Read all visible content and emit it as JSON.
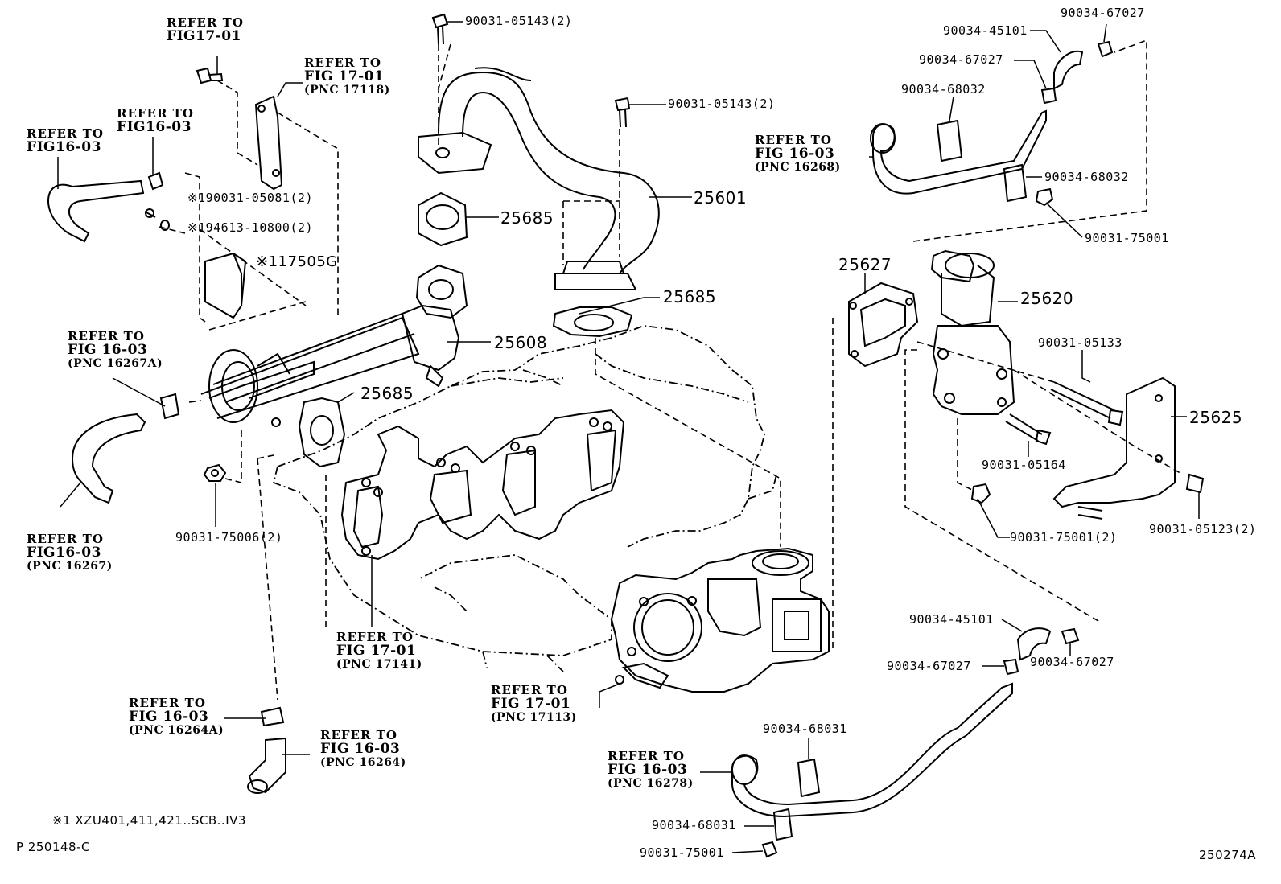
{
  "parts": {
    "p25601": "25601",
    "p25608": "25608",
    "p25685_a": "25685",
    "p25685_b": "25685",
    "p25685_c": "25685",
    "p25627": "25627",
    "p25620": "25620",
    "p25625": "25625",
    "bolt_a": "90031-05143(2)",
    "bolt_b": "90031-05143(2)",
    "bolt_c": "※190031-05081(2)",
    "washer": "※194613-10800(2)",
    "shield": "※117505G",
    "nut_a": "90031-75006(2)",
    "hose_top": "90034-45101",
    "clip_top_a": "90034-67027",
    "clip_top_b": "90034-67027",
    "clamp_top_a": "90034-68032",
    "clamp_top_b": "90034-68032",
    "nut_top": "90031-75001",
    "bolt_d": "90031-05133",
    "bolt_e": "90031-05164",
    "nut_b": "90031-75001(2)",
    "bolt_f": "90031-05123(2)",
    "hose_bot": "90034-45101",
    "clip_bot_a": "90034-67027",
    "clip_bot_b": "90034-67027",
    "clamp_bot_a": "90034-68031",
    "clamp_bot_b": "90034-68031",
    "nut_bot": "90031-75001"
  },
  "refs": {
    "r1": {
      "l1": "REFER TO",
      "l2": "FIG17-01",
      "l3": ""
    },
    "r2": {
      "l1": "REFER TO",
      "l2": "FIG 17-01",
      "l3": "(PNC 17118)"
    },
    "r3": {
      "l1": "REFER TO",
      "l2": "FIG16-03",
      "l3": ""
    },
    "r4": {
      "l1": "REFER TO",
      "l2": "FIG16-03",
      "l3": ""
    },
    "r5": {
      "l1": "REFER TO",
      "l2": "FIG 16-03",
      "l3": "(PNC 16268)"
    },
    "r6": {
      "l1": "REFER TO",
      "l2": "FIG 16-03",
      "l3": "(PNC 16267A)"
    },
    "r7": {
      "l1": "REFER TO",
      "l2": "FIG16-03",
      "l3": "(PNC 16267)"
    },
    "r8": {
      "l1": "REFER TO",
      "l2": "FIG 17-01",
      "l3": "(PNC 17141)"
    },
    "r9": {
      "l1": "REFER TO",
      "l2": "FIG 17-01",
      "l3": "(PNC 17113)"
    },
    "r10": {
      "l1": "REFER TO",
      "l2": "FIG 16-03",
      "l3": "(PNC 16264A)"
    },
    "r11": {
      "l1": "REFER TO",
      "l2": "FIG 16-03",
      "l3": "(PNC 16264)"
    },
    "r12": {
      "l1": "REFER TO",
      "l2": "FIG 16-03",
      "l3": "(PNC 16278)"
    }
  },
  "footnote": "※1  XZU401,411,421..SCB..IV3",
  "page_code": "P 250148-C",
  "figure_code": "250274A"
}
